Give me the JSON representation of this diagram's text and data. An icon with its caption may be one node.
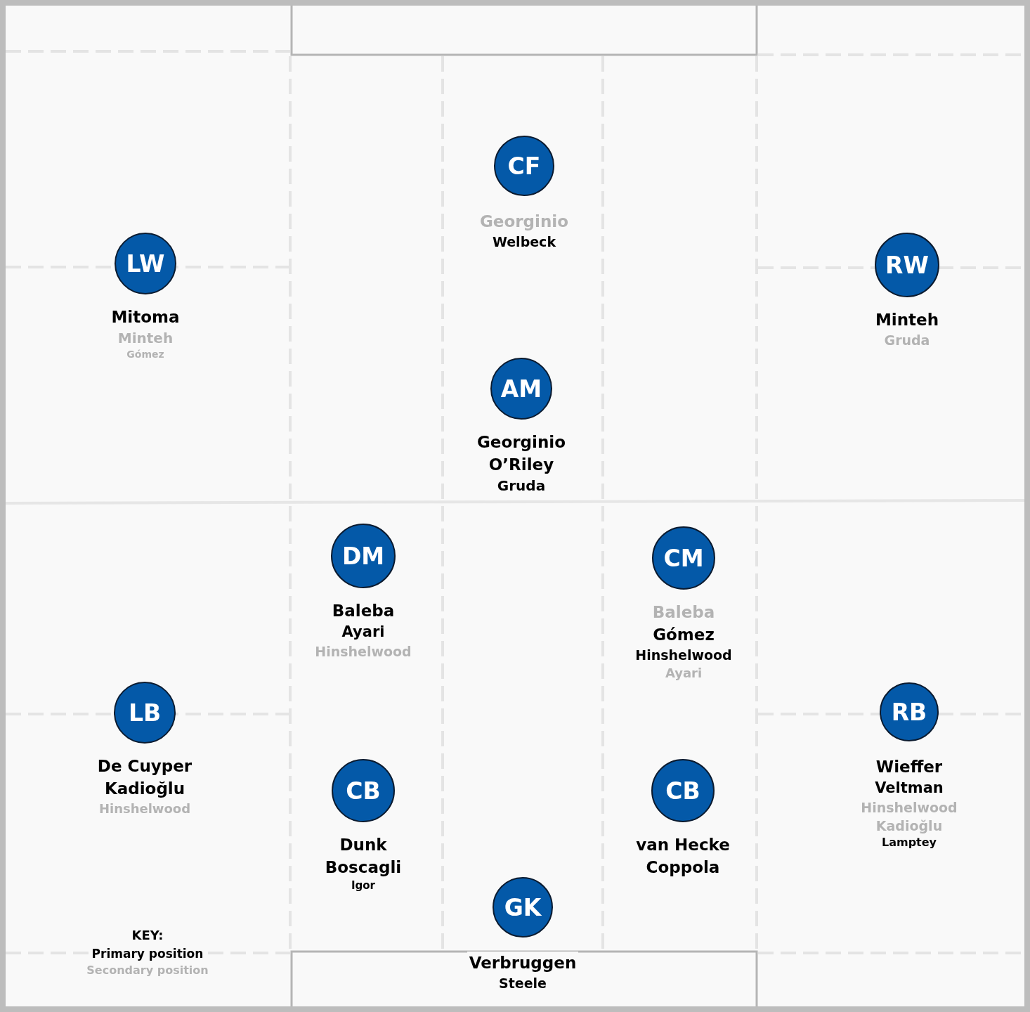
{
  "diagram": {
    "nodes": [
      {
        "text": [
          "CF",
          "Georginio",
          "Welbeck"
        ]
      },
      {
        "text": [
          "LW",
          "Mitoma",
          "Minteh",
          "Gómez"
        ]
      },
      {
        "text": [
          "RW",
          "Minteh",
          "Gruda"
        ]
      },
      {
        "text": [
          "AM",
          "Georginio",
          "O’Riley",
          "Gruda"
        ]
      },
      {
        "text": [
          "DM",
          "Baleba",
          "Ayari",
          "Hinshelwood"
        ]
      },
      {
        "text": [
          "CM",
          "Baleba",
          "Gómez",
          "Hinshelwood",
          "Ayari"
        ]
      },
      {
        "text": [
          "LB",
          "De Cuyper",
          "Kadioğlu",
          "Hinshelwood"
        ]
      },
      {
        "text": [
          "RB",
          "Wieffer",
          "Veltman",
          "Hinshelwood",
          "Kadioğlu",
          "Lamptey"
        ]
      },
      {
        "text": [
          "CB",
          "Dunk",
          "Boscagli",
          "Igor"
        ]
      },
      {
        "text": [
          "CB",
          "van Hecke",
          "Coppola"
        ]
      },
      {
        "text": [
          "GK",
          "Verbruggen",
          "Steele"
        ]
      }
    ],
    "labels": [
      "KEY:"
    ],
    "legend": [
      {
        "text": "Primary position",
        "color": "#000000"
      },
      {
        "text": "Secondary position",
        "color": "#b3b3b3"
      }
    ]
  }
}
